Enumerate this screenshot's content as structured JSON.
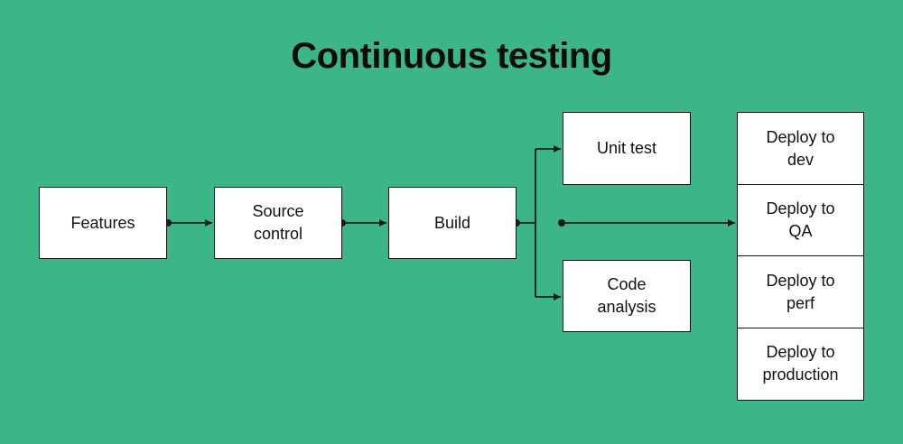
{
  "title": "Continuous testing",
  "colors": {
    "background": "#3db687",
    "box_fill": "#ffffff",
    "box_border": "#111111",
    "connector": "#1c1c1c",
    "text": "#111111",
    "title_color": "#0d0d0d"
  },
  "nodes": {
    "features": {
      "label": "Features"
    },
    "source_control": {
      "label": "Source control"
    },
    "build": {
      "label": "Build"
    },
    "unit_test": {
      "label": "Unit test"
    },
    "code_analysis": {
      "label": "Code analysis"
    },
    "deploy_dev": {
      "label": "Deploy to dev"
    },
    "deploy_qa": {
      "label": "Deploy to QA"
    },
    "deploy_perf": {
      "label": "Deploy to perf"
    },
    "deploy_production": {
      "label": "Deploy to production"
    }
  },
  "connections": [
    {
      "from": "Features",
      "to": "Source control"
    },
    {
      "from": "Source control",
      "to": "Build"
    },
    {
      "from": "Build",
      "to": "Unit test"
    },
    {
      "from": "Build",
      "to": "Code analysis"
    },
    {
      "from": "Build",
      "to": "Deploy to QA"
    }
  ]
}
